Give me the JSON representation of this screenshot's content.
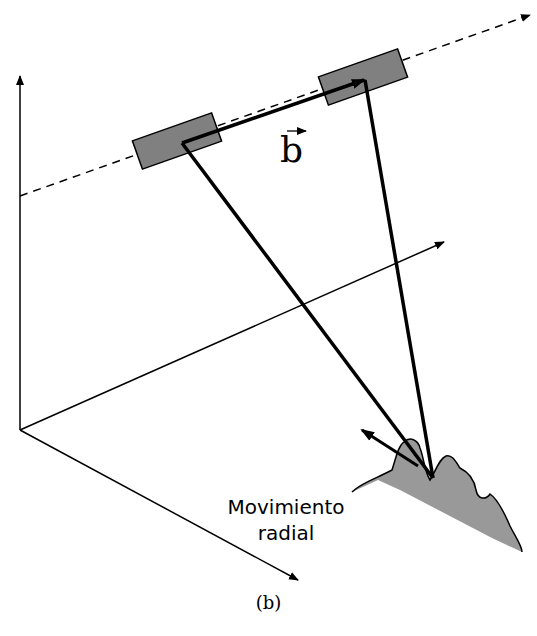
{
  "diagram": {
    "caption": "(b)",
    "labels": [
      "b",
      "Movimiento radial"
    ]
  }
}
